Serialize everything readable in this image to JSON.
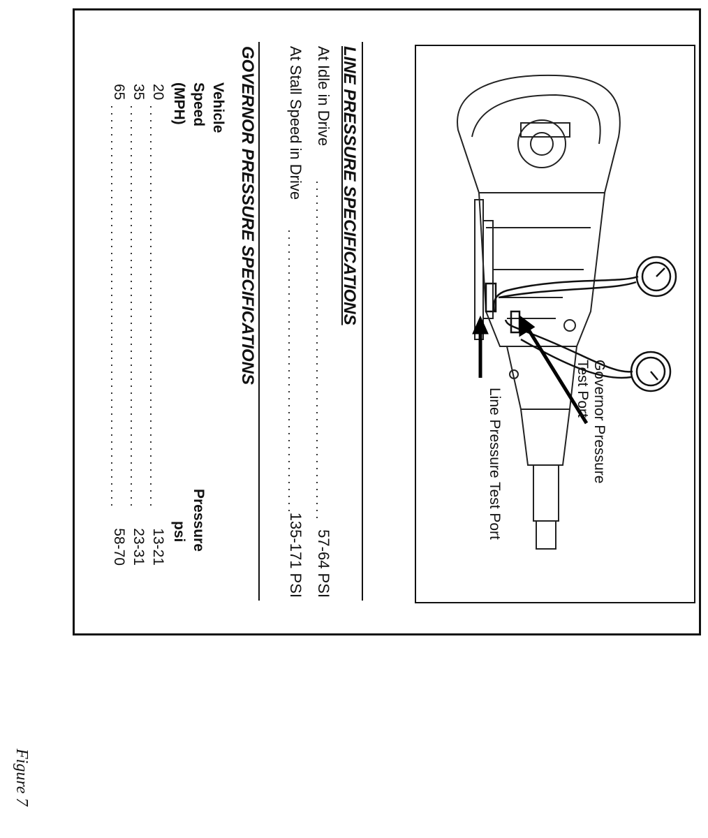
{
  "line_pressure": {
    "title": "LINE PRESSURE SPECIFICATIONS",
    "rows": [
      {
        "label": "At Idle in Drive",
        "value": "57-64 PSI"
      },
      {
        "label": "At Stall Speed in Drive",
        "value": "135-171 PSI"
      }
    ]
  },
  "governor_pressure": {
    "title": "GOVERNOR PRESSURE SPECIFICATIONS",
    "col_speed_1": "Vehicle",
    "col_speed_2": "Speed",
    "col_speed_3": "(MPH)",
    "col_pressure_1": "Pressure",
    "col_pressure_2": "psi",
    "rows": [
      {
        "speed": "20",
        "pressure": "13-21"
      },
      {
        "speed": "35",
        "pressure": "23-31"
      },
      {
        "speed": "65",
        "pressure": "58-70"
      }
    ]
  },
  "illustration": {
    "callout_governor_1": "Governor Pressure",
    "callout_governor_2": "Test Port",
    "callout_line": "Line Pressure Test Port"
  },
  "figure_caption": "Figure 7"
}
